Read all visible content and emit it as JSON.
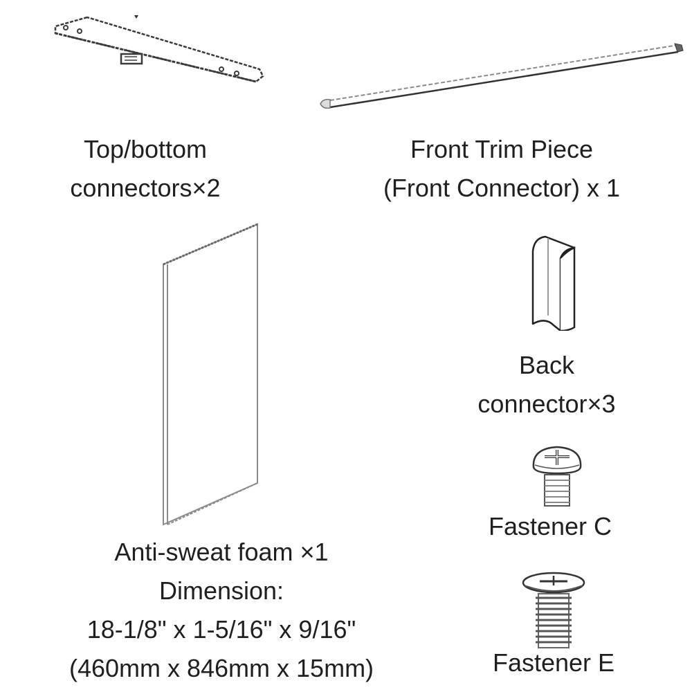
{
  "colors": {
    "line": "#3a3a3a",
    "light_line": "#9a9a9a",
    "text": "#1f1f1f",
    "background": "#ffffff"
  },
  "parts": {
    "top_bottom_connectors": {
      "line1": "Top/bottom",
      "line2": "connectors×2"
    },
    "front_trim_piece": {
      "line1": "Front Trim Piece",
      "line2": "(Front Connector) x 1"
    },
    "back_connector": {
      "line1": "Back",
      "line2": "connector×3"
    },
    "anti_sweat_foam": {
      "line1": "Anti-sweat foam ×1",
      "line2": "Dimension:",
      "line3": "18-1/8\" x 1-5/16\" x 9/16\"",
      "line4": "(460mm x 846mm x 15mm)"
    },
    "fastener_c": {
      "label": "Fastener C"
    },
    "fastener_e": {
      "label": "Fastener E"
    }
  }
}
